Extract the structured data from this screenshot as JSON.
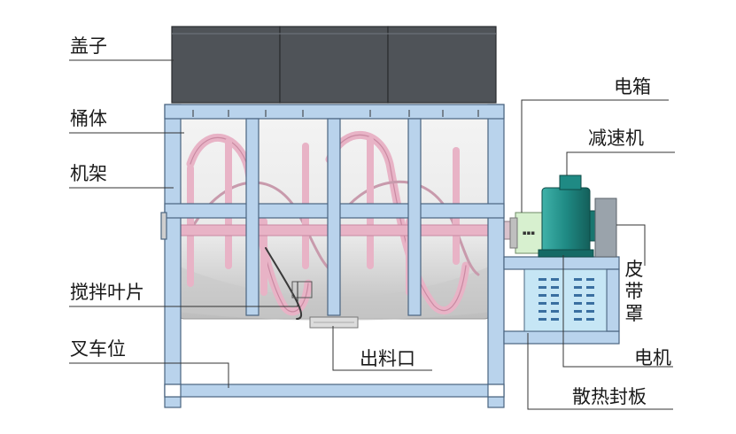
{
  "labels": {
    "lid": "盖子",
    "barrel": "桶体",
    "frame": "机架",
    "blade": "搅拌叶片",
    "forklift": "叉车位",
    "outlet": "出料口",
    "electric_box": "电箱",
    "reducer": "减速机",
    "belt_cover": [
      "皮",
      "带",
      "罩"
    ],
    "motor": "电机",
    "heat_plate": "散热封板"
  },
  "colors": {
    "frame_blue": "#b9d3ec",
    "frame_edge": "#4a6580",
    "lid_gray": "#4f5358",
    "ribbon_pink": "#e8b3c6",
    "reducer_teal": "#1f8a84",
    "electric_box_green": "#d7f0cf",
    "leader_line": "#333333"
  }
}
